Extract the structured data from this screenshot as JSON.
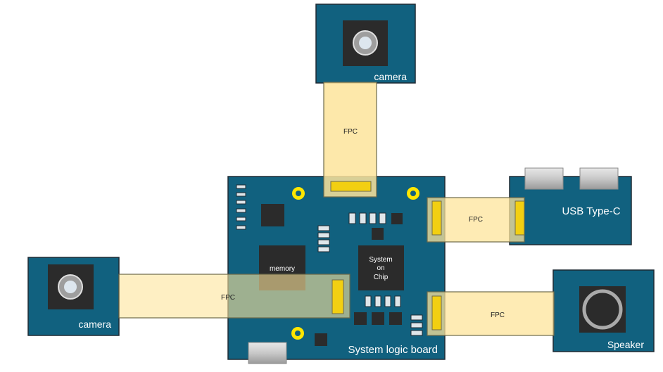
{
  "colors": {
    "board": "#11617f",
    "board_stroke": "#1f2a33",
    "fpc": "#fde49b",
    "fpc_stroke": "#6d6a4a",
    "connector": "#f2cf12",
    "chip": "#2b2b2b",
    "via_ring": "#ffe600",
    "metal": "#c9c9c9"
  },
  "camera_top": {
    "label": "camera",
    "icon": "camera-lens-icon"
  },
  "camera_left": {
    "label": "camera",
    "icon": "camera-lens-icon"
  },
  "usb": {
    "label": "USB Type-C",
    "icon": "usb-port-icon"
  },
  "speaker": {
    "label": "Speaker",
    "icon": "speaker-icon"
  },
  "board": {
    "label": "System logic board",
    "memory_label": "memory",
    "soc_label_lines": [
      "System",
      "on",
      "Chip"
    ]
  },
  "fpc": {
    "top": "FPC",
    "left": "FPC",
    "usb": "FPC",
    "speaker": "FPC"
  }
}
